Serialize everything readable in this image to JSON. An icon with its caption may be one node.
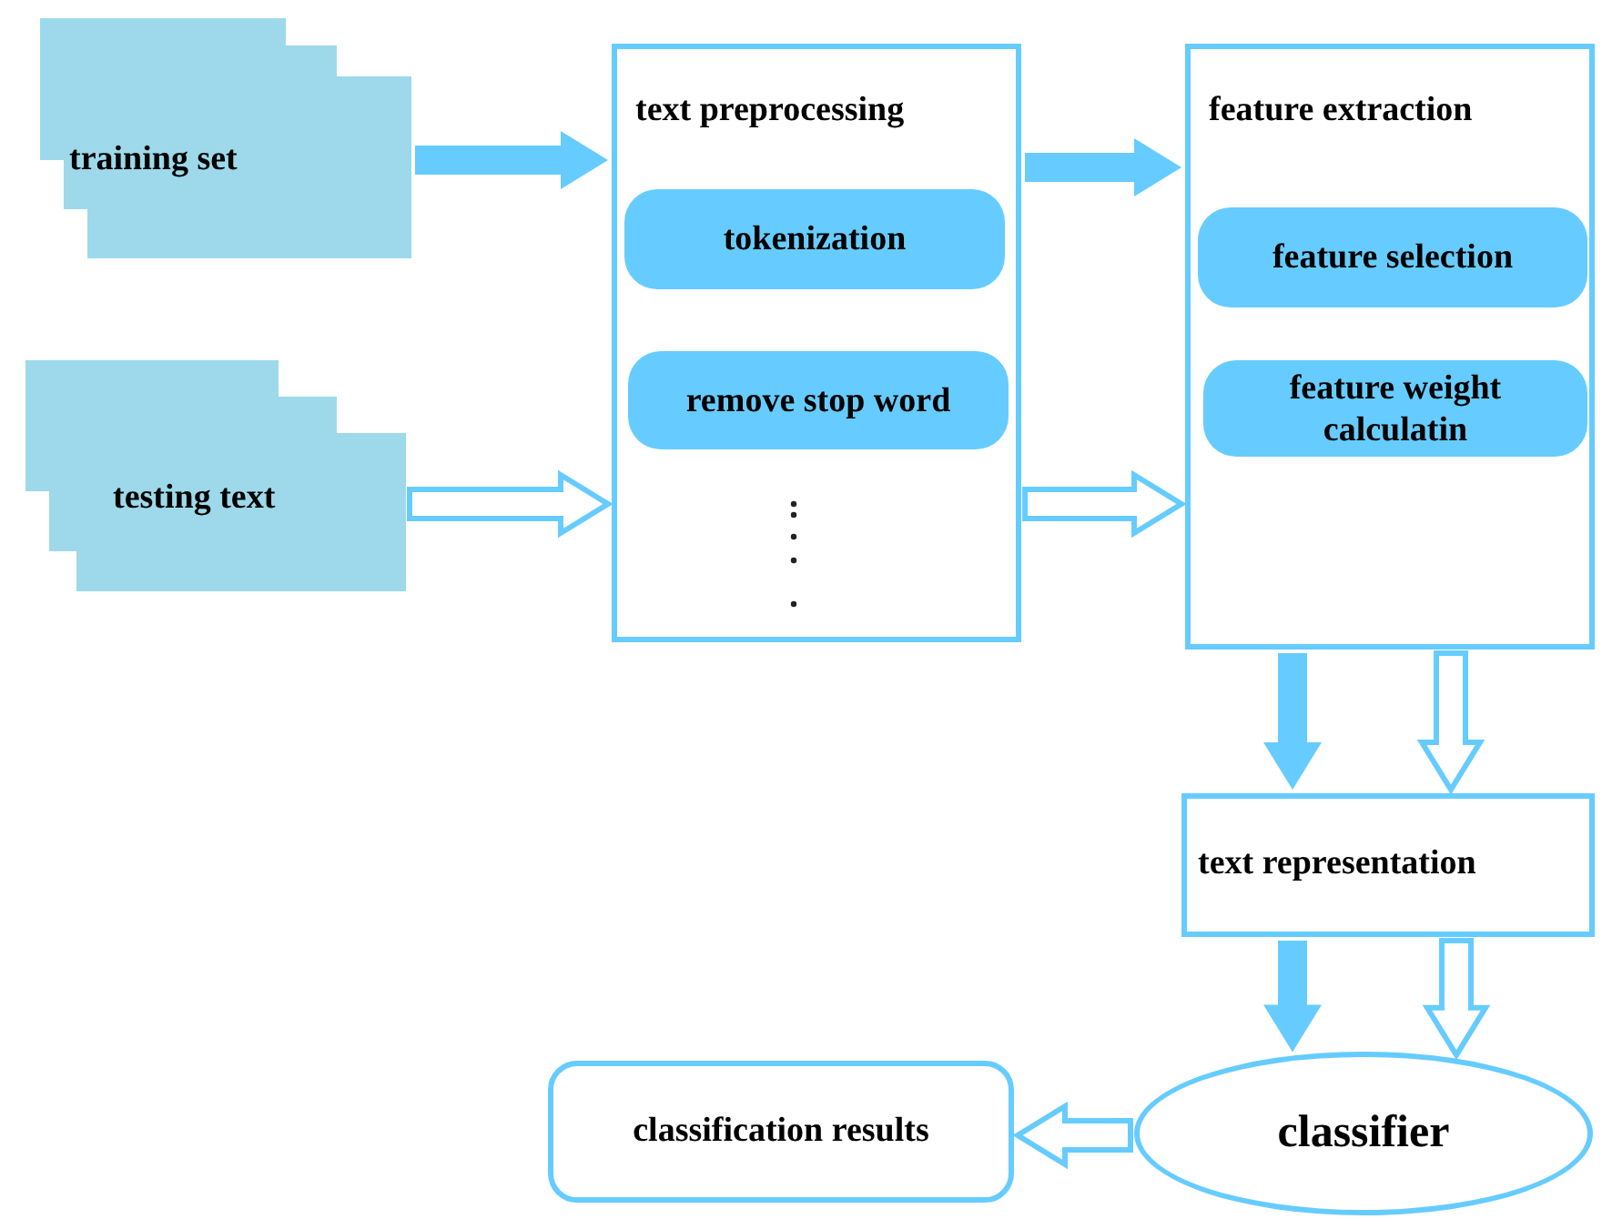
{
  "diagram": {
    "nodes": [
      {
        "text": [
          "training set"
        ]
      },
      {
        "text": [
          "testing text"
        ]
      },
      {
        "text": [
          "text preprocessing"
        ]
      },
      {
        "text": [
          "tokenization"
        ],
        "in": 2
      },
      {
        "text": [
          "remove stop word"
        ],
        "in": 2
      },
      {
        "text": [
          "feature extraction"
        ]
      },
      {
        "text": [
          "feature selection"
        ],
        "in": 5
      },
      {
        "text": [
          "feature weight calculatin"
        ],
        "in": 5
      },
      {
        "text": [
          "text representation"
        ]
      },
      {
        "text": [
          "classifier"
        ]
      },
      {
        "text": [
          "classification results"
        ]
      }
    ],
    "edges": [
      {
        "from": 0,
        "to": 2,
        "arrow": "to",
        "style": "thick"
      },
      {
        "from": 1,
        "to": 2,
        "arrow": "to"
      },
      {
        "from": 2,
        "to": 5,
        "arrow": "to",
        "style": "thick"
      },
      {
        "from": 2,
        "to": 5,
        "arrow": "to"
      },
      {
        "from": 5,
        "to": 8,
        "arrow": "to",
        "style": "thick"
      },
      {
        "from": 5,
        "to": 8,
        "arrow": "to"
      },
      {
        "from": 8,
        "to": 9,
        "arrow": "to",
        "style": "thick"
      },
      {
        "from": 8,
        "to": 9,
        "arrow": "to"
      },
      {
        "from": 9,
        "to": 10,
        "arrow": "to"
      }
    ]
  }
}
